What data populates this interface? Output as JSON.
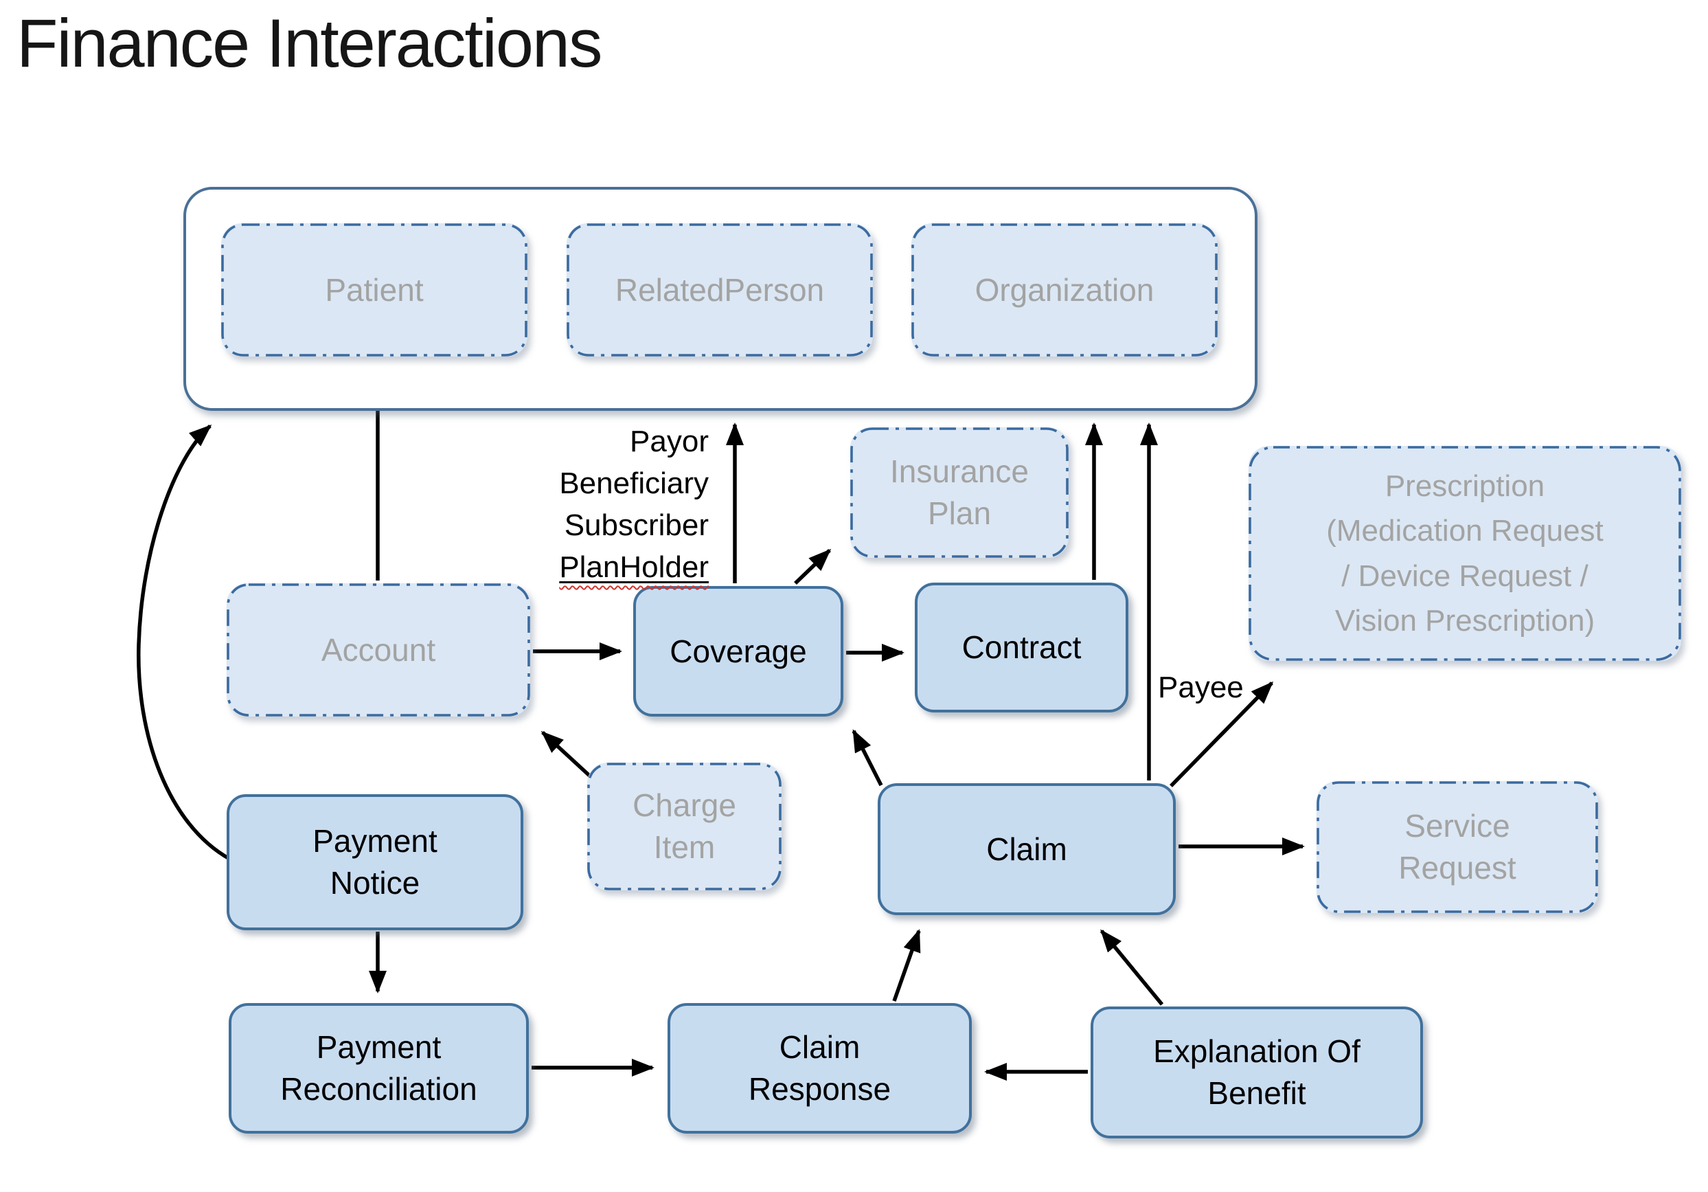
{
  "title": "Finance Interactions",
  "party_group": {
    "items": [
      {
        "label": "Patient"
      },
      {
        "label": "RelatedPerson"
      },
      {
        "label": "Organization"
      }
    ]
  },
  "nodes": {
    "insurance_plan": {
      "lines": [
        "Insurance",
        "Plan"
      ]
    },
    "prescription": {
      "lines": [
        "Prescription",
        "(Medication Request",
        "/ Device Request /",
        "Vision Prescription)"
      ]
    },
    "account": {
      "label": "Account"
    },
    "coverage": {
      "label": "Coverage"
    },
    "contract": {
      "label": "Contract"
    },
    "charge_item": {
      "lines": [
        "Charge",
        "Item"
      ]
    },
    "claim": {
      "label": "Claim"
    },
    "service_request": {
      "lines": [
        "Service",
        "Request"
      ]
    },
    "payment_notice": {
      "lines": [
        "Payment",
        "Notice"
      ]
    },
    "payment_reconciliation": {
      "lines": [
        "Payment",
        "Reconciliation"
      ]
    },
    "claim_response": {
      "lines": [
        "Claim",
        "Response"
      ]
    },
    "explanation_of_benefit": {
      "lines": [
        "Explanation Of",
        "Benefit"
      ]
    }
  },
  "edge_labels": {
    "coverage_roles": [
      "Payor",
      "Beneficiary",
      "Subscriber",
      "PlanHolder"
    ],
    "payee": "Payee"
  },
  "colors": {
    "solid_node_fill": "#c8dcf0",
    "solid_node_border": "#41719c",
    "dashed_node_fill": "#dbe7f4",
    "dashed_node_border": "#3b6ba0",
    "container_border": "#4a7096",
    "gray_text": "#a3a3a3",
    "arrow": "#000000",
    "spellcheck_wavy": "#d0342c"
  }
}
